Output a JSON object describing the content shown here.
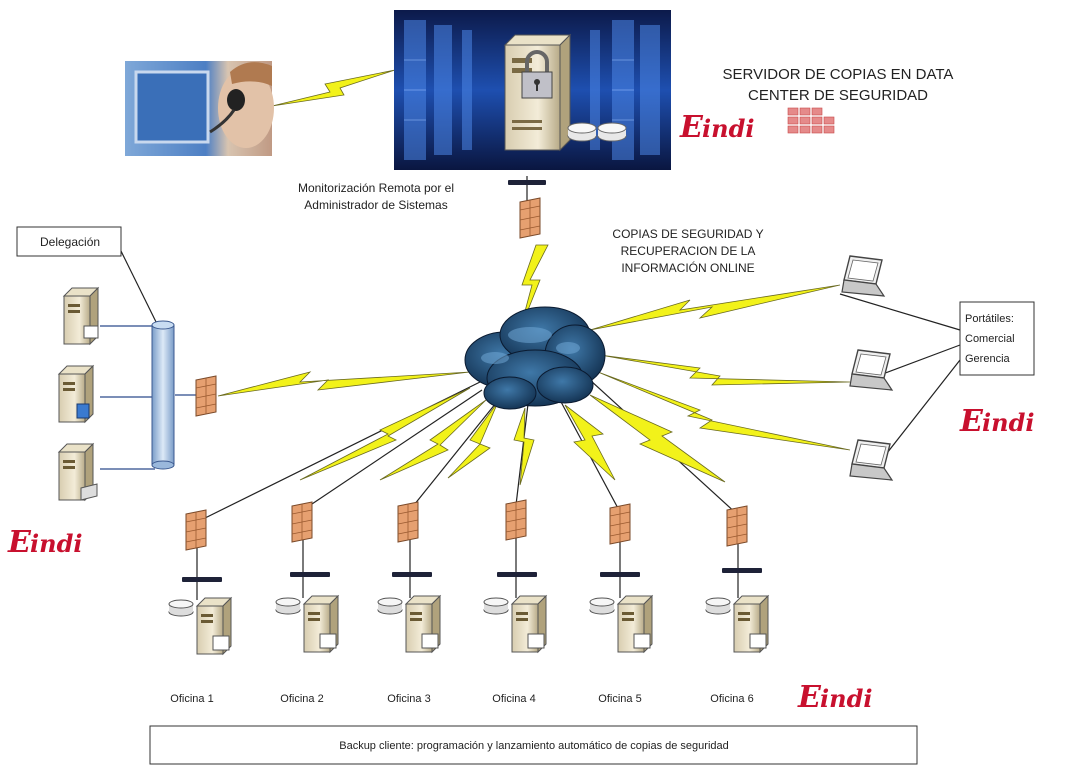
{
  "datacenter": {
    "title_line1": "SERVIDOR DE COPIAS EN DATA",
    "title_line2": "CENTER DE SEGURIDAD"
  },
  "monitor": {
    "line1": "Monitorización Remota por el",
    "line2": "Administrador de Sistemas"
  },
  "cloud_caption": {
    "line1": "COPIAS DE SEGURIDAD Y",
    "line2": "RECUPERACION DE LA",
    "line3": "INFORMACIÓN ONLINE"
  },
  "delegation": {
    "label": "Delegación"
  },
  "portables": {
    "line1": "Portátiles:",
    "line2": "Comercial",
    "line3": "Gerencia"
  },
  "offices": [
    "Oficina 1",
    "Oficina 2",
    "Oficina 3",
    "Oficina 4",
    "Oficina 5",
    "Oficina 6"
  ],
  "footer": {
    "text": "Backup cliente: programación y lanzamiento automático de copias de seguridad"
  },
  "logo": {
    "letter": "E",
    "text": "indi"
  },
  "colors": {
    "bolt": "#f2f21a",
    "logo": "#c8102e",
    "firewall": "#e6a070",
    "cloud": "#1e4e78"
  }
}
